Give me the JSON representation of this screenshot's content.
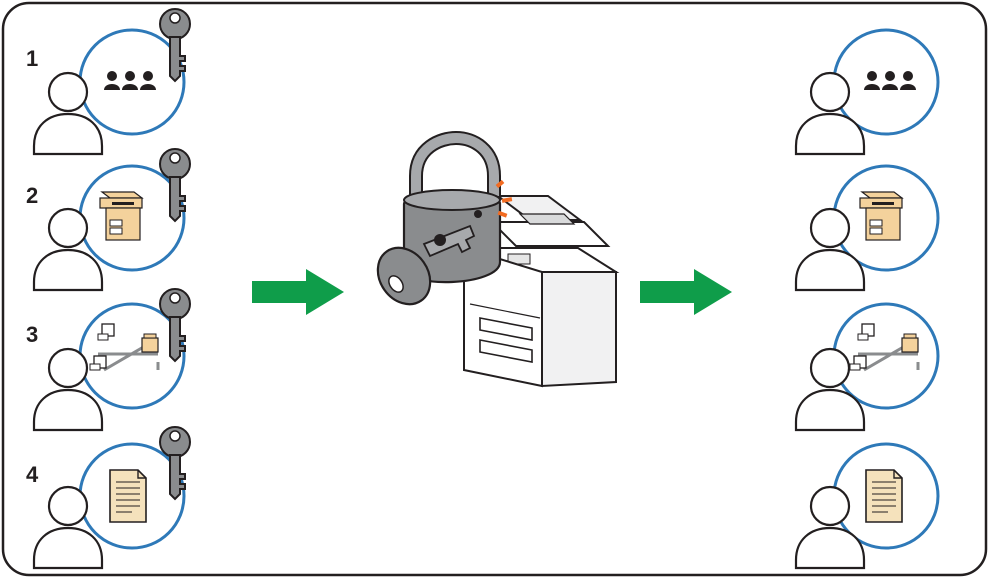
{
  "diagram": {
    "row_numbers": [
      "1",
      "2",
      "3",
      "4"
    ],
    "rows": [
      {
        "number": "1",
        "content_icon": "user-group-icon",
        "has_key": true
      },
      {
        "number": "2",
        "content_icon": "multifunction-printer-icon",
        "has_key": true
      },
      {
        "number": "3",
        "content_icon": "network-computers-icon",
        "has_key": true
      },
      {
        "number": "4",
        "content_icon": "document-icon",
        "has_key": true
      }
    ],
    "center": {
      "lock_icon": "unlocked-padlock-icon",
      "key_icon": "key-icon",
      "device_icon": "printer-icon"
    },
    "arrows": [
      "right-arrow-icon",
      "right-arrow-icon"
    ],
    "colors": {
      "circle_ring": "#2e79b8",
      "arrow_green": "#0f9d4a",
      "key_gray": "#8a8c8e",
      "printer_tan": "#f4d29c",
      "document_tan": "#f5e2bc",
      "spark_orange": "#f26b21",
      "outline": "#231f20"
    }
  }
}
